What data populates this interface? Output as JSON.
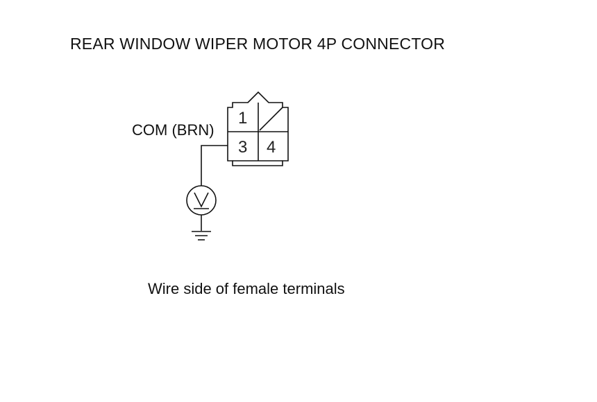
{
  "diagram": {
    "title": "REAR WINDOW WIPER MOTOR 4P CONNECTOR",
    "wire_label": "COM (BRN)",
    "caption": "Wire side of female terminals",
    "connector": {
      "pin_count": 4,
      "terminals": [
        {
          "id": "1",
          "label": "1",
          "present": true
        },
        {
          "id": "2",
          "label": "",
          "present": false
        },
        {
          "id": "3",
          "label": "3",
          "present": true
        },
        {
          "id": "4",
          "label": "4",
          "present": true
        }
      ]
    },
    "meter": {
      "type": "voltmeter",
      "symbol": "V"
    },
    "ground": {
      "symbol": "ground-icon"
    },
    "colors": {
      "line": "#111111",
      "background": "#ffffff"
    }
  }
}
